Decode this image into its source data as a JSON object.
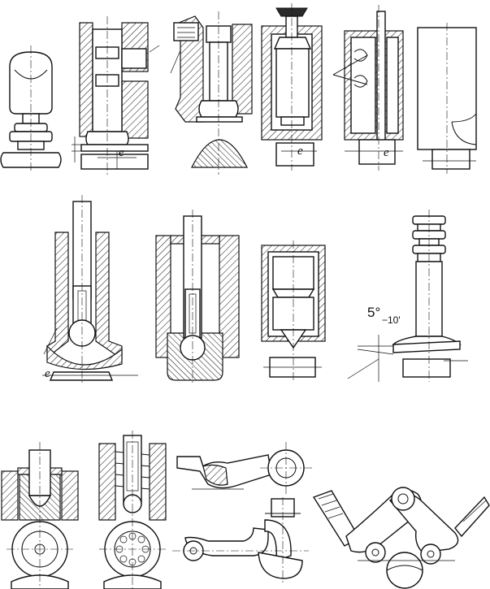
{
  "labels": {
    "eccentricity": "e",
    "angle_main": "5°",
    "angle_tol": "−10'"
  }
}
